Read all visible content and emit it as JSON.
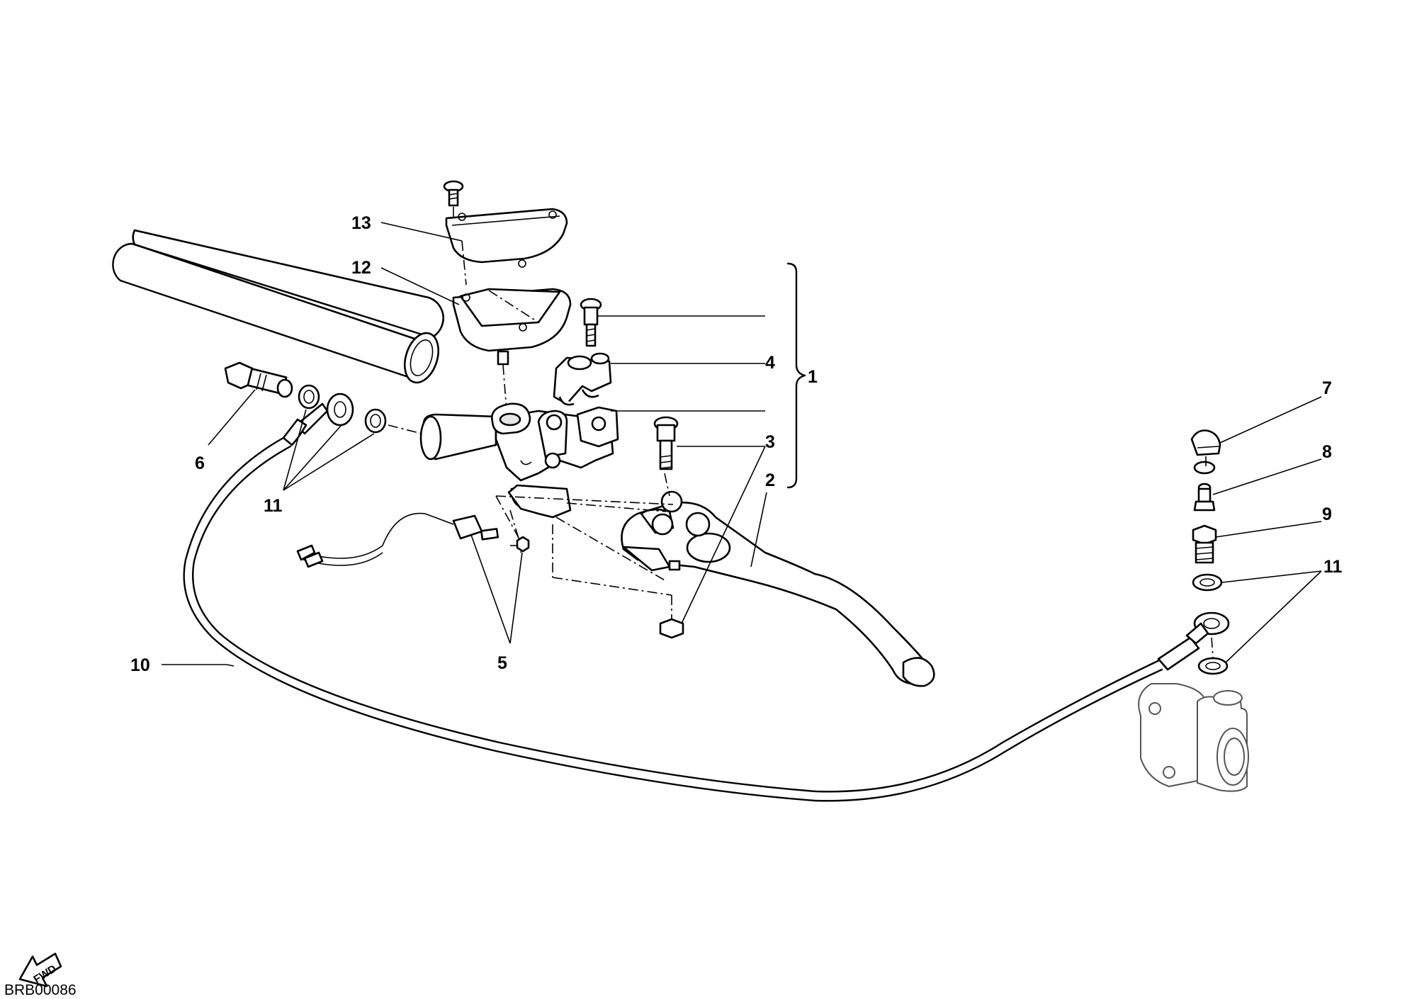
{
  "drawing_code": "BRB00086",
  "direction_marker": "FWD",
  "callouts": {
    "c1": "1",
    "c2": "2",
    "c3": "3",
    "c4": "4",
    "c5": "5",
    "c6": "6",
    "c7": "7",
    "c8": "8",
    "c9": "9",
    "c10": "10",
    "c11_left": "11",
    "c11_right": "11",
    "c12": "12",
    "c13": "13"
  }
}
